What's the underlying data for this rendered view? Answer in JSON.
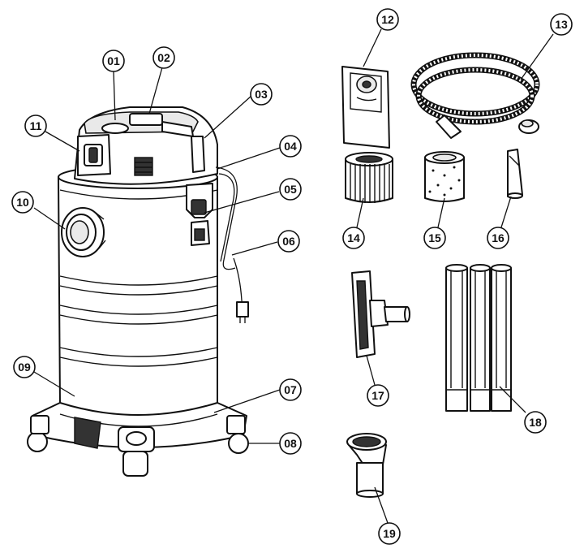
{
  "callouts": {
    "c01": "01",
    "c02": "02",
    "c03": "03",
    "c04": "04",
    "c05": "05",
    "c06": "06",
    "c07": "07",
    "c08": "08",
    "c09": "09",
    "c10": "10",
    "c11": "11",
    "c12": "12",
    "c13": "13",
    "c14": "14",
    "c15": "15",
    "c16": "16",
    "c17": "17",
    "c18": "18",
    "c19": "19"
  }
}
